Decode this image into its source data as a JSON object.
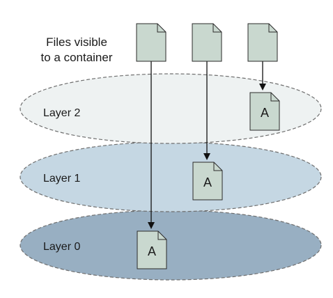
{
  "caption": {
    "line1": "Files visible",
    "line2": "to a container"
  },
  "layers": [
    {
      "label": "Layer 2",
      "fill": "#eef2f2"
    },
    {
      "label": "Layer 1",
      "fill": "#c5d7e3"
    },
    {
      "label": "Layer 0",
      "fill": "#98afc2"
    }
  ],
  "file_letter": "A",
  "colors": {
    "file_fill": "#c9d8cf",
    "file_stroke": "#2a2a2a",
    "arrow": "#111111",
    "layer_outline": "#6e6e6e"
  }
}
